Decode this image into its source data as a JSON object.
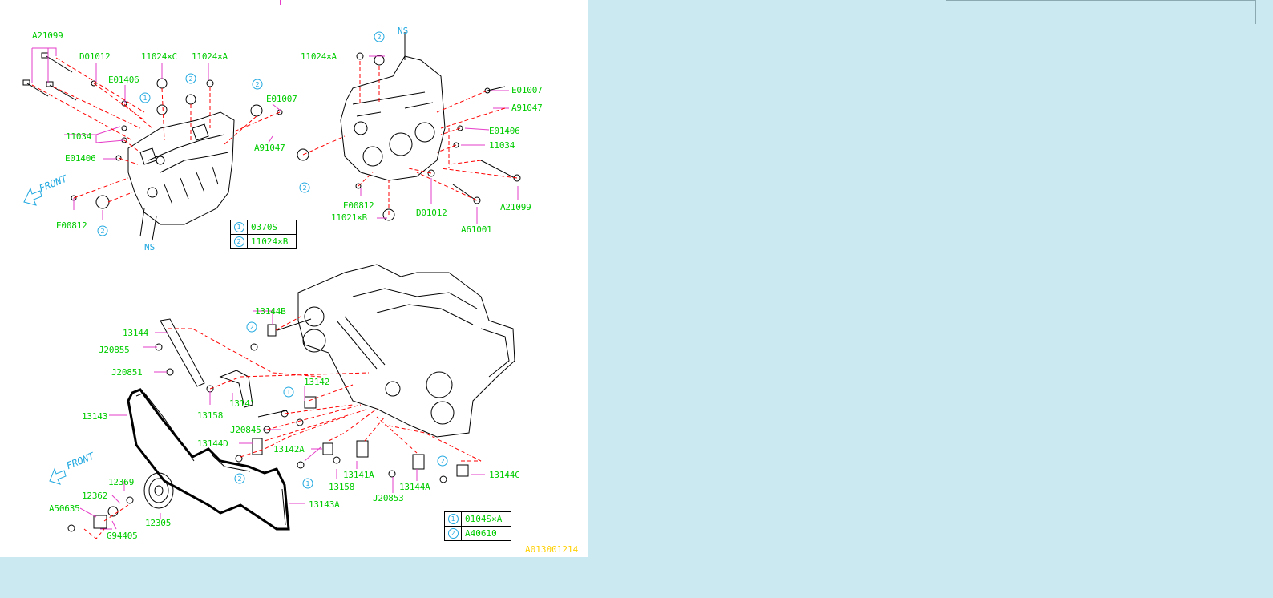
{
  "labels_top_left": [
    "A21099",
    "D01012",
    "11024×C",
    "11024×A",
    "E01406",
    "E01007",
    "11034",
    "A91047",
    "E01406",
    "E00812"
  ],
  "labels_top_right": [
    "11024×A",
    "E01007",
    "A91047",
    "E01406",
    "11034",
    "A21099",
    "E00812",
    "D01012",
    "11021×B",
    "A61001"
  ],
  "labels_bottom": [
    "13144B",
    "13144",
    "J20855",
    "J20851",
    "13142",
    "13141",
    "13158",
    "13143",
    "J20845",
    "13144D",
    "13142A",
    "12369",
    "12362",
    "A50635",
    "G94405",
    "12305",
    "13141A",
    "13158",
    "13143A",
    "13144A",
    "J20853",
    "13144C"
  ],
  "ns_label": "NS",
  "front_label": "FRONT",
  "legend_top": [
    {
      "marker": "1",
      "part": "0370S"
    },
    {
      "marker": "2",
      "part": "11024×B"
    }
  ],
  "legend_bottom": [
    {
      "marker": "1",
      "part": "0104S×A"
    },
    {
      "marker": "2",
      "part": "A40610"
    }
  ],
  "callout_markers": [
    "1",
    "2"
  ],
  "reference_code": "A013001214",
  "colors": {
    "label": "#00cc00",
    "leader": "#e63cc8",
    "dashed": "#ff0000",
    "callout": "#20a8e0",
    "reference": "#ffd000",
    "background": "#cbe9f0"
  }
}
